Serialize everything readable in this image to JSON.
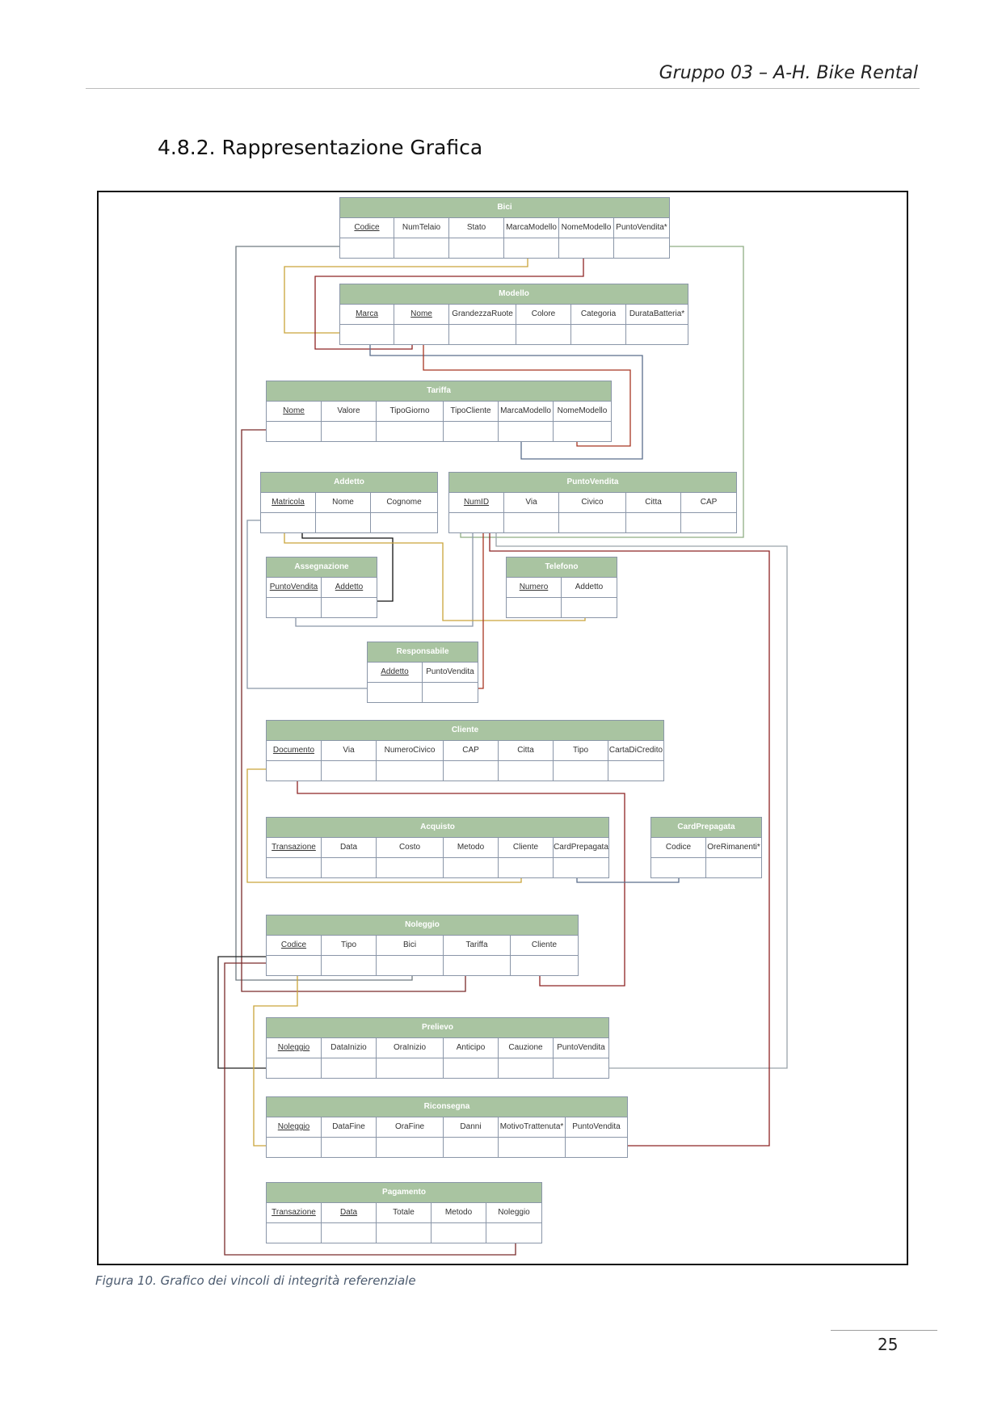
{
  "header": {
    "title": "Gruppo 03 – A-H. Bike Rental"
  },
  "section": {
    "title": "4.8.2. Rappresentazione Grafica"
  },
  "caption": "Figura 10. Grafico dei vincoli di integrità referenziale",
  "page_number": "25",
  "colors": {
    "header_fill": "#a9c4a1",
    "border": "#8a96a8"
  },
  "tables": [
    {
      "name": "Bici",
      "columns": [
        {
          "label": "Codice",
          "pk": true
        },
        {
          "label": "NumTelaio"
        },
        {
          "label": "Stato"
        },
        {
          "label": "MarcaModello"
        },
        {
          "label": "NomeModello"
        },
        {
          "label": "PuntoVendita*"
        }
      ]
    },
    {
      "name": "Modello",
      "columns": [
        {
          "label": "Marca",
          "pk": true
        },
        {
          "label": "Nome",
          "pk": true
        },
        {
          "label": "GrandezzaRuote"
        },
        {
          "label": "Colore"
        },
        {
          "label": "Categoria"
        },
        {
          "label": "DurataBatteria*"
        }
      ]
    },
    {
      "name": "Tariffa",
      "columns": [
        {
          "label": "Nome",
          "pk": true
        },
        {
          "label": "Valore"
        },
        {
          "label": "TipoGiorno"
        },
        {
          "label": "TipoCliente"
        },
        {
          "label": "MarcaModello"
        },
        {
          "label": "NomeModello"
        }
      ]
    },
    {
      "name": "Addetto",
      "columns": [
        {
          "label": "Matricola",
          "pk": true
        },
        {
          "label": "Nome"
        },
        {
          "label": "Cognome"
        }
      ]
    },
    {
      "name": "PuntoVendita",
      "columns": [
        {
          "label": "NumID",
          "pk": true
        },
        {
          "label": "Via"
        },
        {
          "label": "Civico"
        },
        {
          "label": "Citta"
        },
        {
          "label": "CAP"
        }
      ]
    },
    {
      "name": "Assegnazione",
      "columns": [
        {
          "label": "PuntoVendita",
          "pk": true
        },
        {
          "label": "Addetto",
          "pk": true
        }
      ]
    },
    {
      "name": "Telefono",
      "columns": [
        {
          "label": "Numero",
          "pk": true
        },
        {
          "label": "Addetto"
        }
      ]
    },
    {
      "name": "Responsabile",
      "columns": [
        {
          "label": "Addetto",
          "pk": true
        },
        {
          "label": "PuntoVendita"
        }
      ]
    },
    {
      "name": "Cliente",
      "columns": [
        {
          "label": "Documento",
          "pk": true
        },
        {
          "label": "Via"
        },
        {
          "label": "NumeroCivico"
        },
        {
          "label": "CAP"
        },
        {
          "label": "Citta"
        },
        {
          "label": "Tipo"
        },
        {
          "label": "CartaDiCredito"
        }
      ]
    },
    {
      "name": "Acquisto",
      "columns": [
        {
          "label": "Transazione",
          "pk": true
        },
        {
          "label": "Data"
        },
        {
          "label": "Costo"
        },
        {
          "label": "Metodo"
        },
        {
          "label": "Cliente"
        },
        {
          "label": "CardPrepagata"
        }
      ]
    },
    {
      "name": "CardPrepagata",
      "columns": [
        {
          "label": "Codice"
        },
        {
          "label": "OreRimanenti*"
        }
      ]
    },
    {
      "name": "Noleggio",
      "columns": [
        {
          "label": "Codice",
          "pk": true
        },
        {
          "label": "Tipo"
        },
        {
          "label": "Bici"
        },
        {
          "label": "Tariffa"
        },
        {
          "label": "Cliente"
        }
      ]
    },
    {
      "name": "Prelievo",
      "columns": [
        {
          "label": "Noleggio",
          "pk": true
        },
        {
          "label": "DataInizio"
        },
        {
          "label": "OraInizio"
        },
        {
          "label": "Anticipo"
        },
        {
          "label": "Cauzione"
        },
        {
          "label": "PuntoVendita"
        }
      ]
    },
    {
      "name": "Riconsegna",
      "columns": [
        {
          "label": "Noleggio",
          "pk": true
        },
        {
          "label": "DataFine"
        },
        {
          "label": "OraFine"
        },
        {
          "label": "Danni"
        },
        {
          "label": "MotivoTrattenuta*"
        },
        {
          "label": "PuntoVendita"
        }
      ]
    },
    {
      "name": "Pagamento",
      "columns": [
        {
          "label": "Transazione",
          "pk": true
        },
        {
          "label": "Data",
          "pk": true
        },
        {
          "label": "Totale"
        },
        {
          "label": "Metodo"
        },
        {
          "label": "Noleggio"
        }
      ]
    }
  ]
}
